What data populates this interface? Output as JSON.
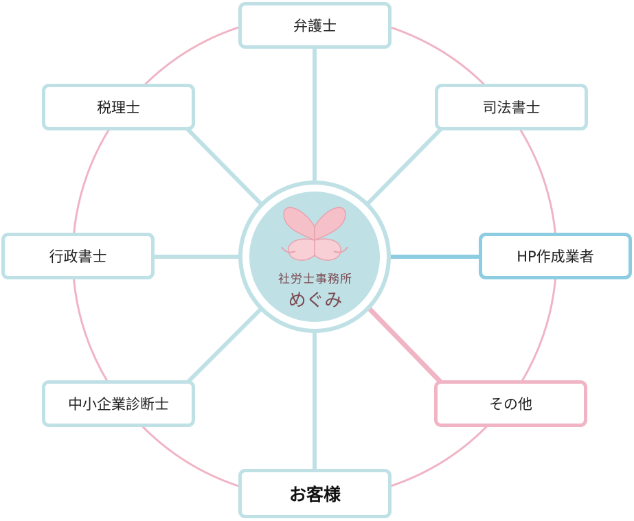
{
  "center": {
    "office_name": "社労士事務所",
    "brand_name": "めぐみ",
    "logo": "heart-ribbon-logo"
  },
  "nodes": {
    "lawyer": "弁護士",
    "judicial_scrivener": "司法書士",
    "hp_creator": "HP作成業者",
    "other": "その他",
    "customer": "お客様",
    "sme_consultant": "中小企業診断士",
    "administrative_scrivener": "行政書士",
    "tax_accountant": "税理士"
  },
  "colors": {
    "ring": "#f0b4c5",
    "connector": "#bfe1e6",
    "hp_border": "#8ccde2",
    "other_border": "#f0b4c5",
    "center_fill": "#bfe1e6",
    "logo_pink": "#f5c0c8",
    "text_brand": "#7a4a50"
  }
}
